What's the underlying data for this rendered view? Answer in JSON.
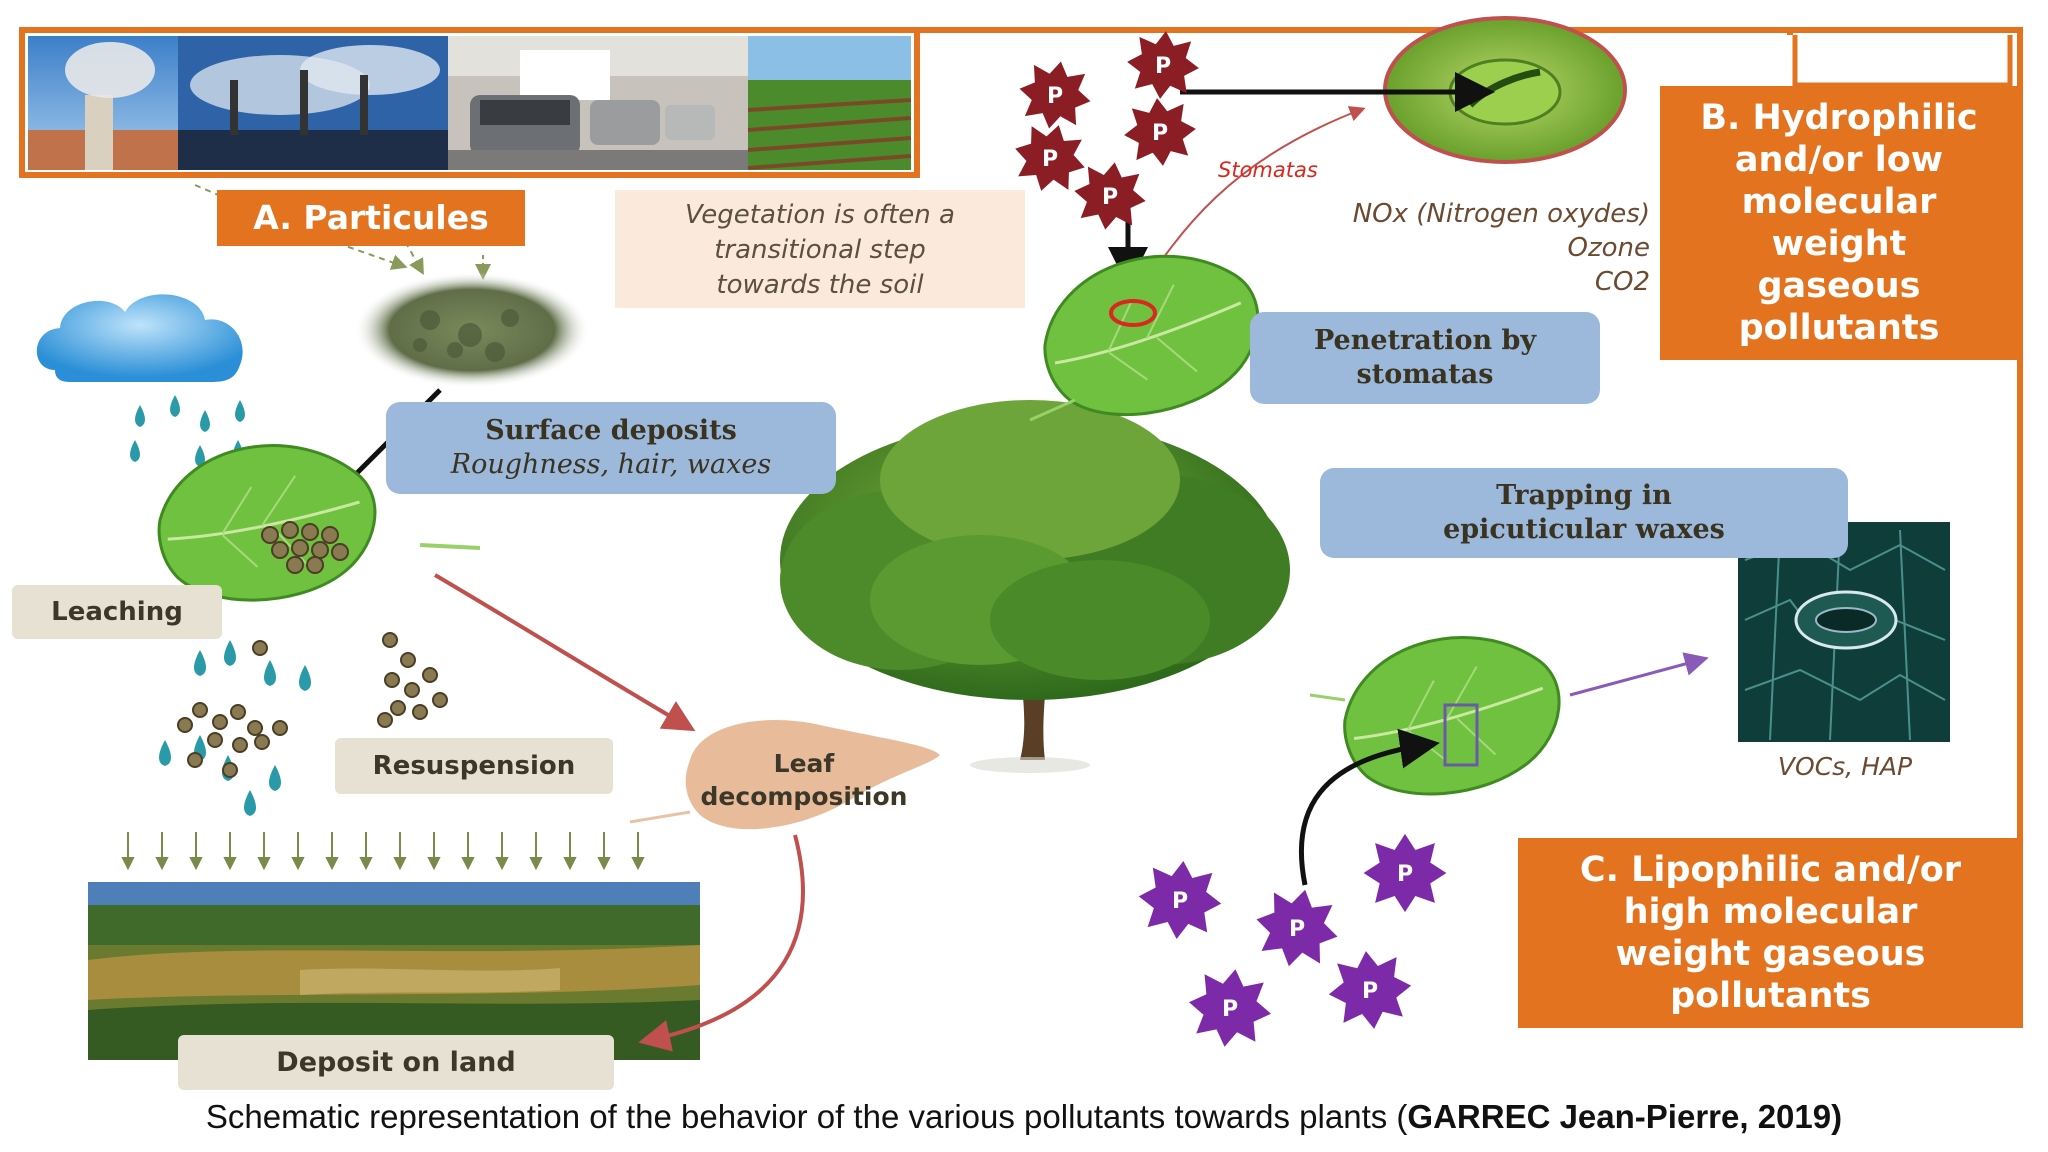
{
  "labels": {
    "particules": "A. Particules",
    "vegetation_note": [
      "Vegetation is often a",
      "transitional step",
      "towards the soil"
    ],
    "stomatas": "Stomatas",
    "gases": [
      "NOx (Nitrogen oxydes)",
      "Ozone",
      "CO2"
    ],
    "box_b": [
      "B. Hydrophilic",
      "and/or low",
      "molecular",
      "weight",
      "gaseous",
      "pollutants"
    ],
    "penetration": [
      "Penetration by",
      "stomatas"
    ],
    "surface_title": "Surface deposits",
    "surface_sub": "Roughness, hair, waxes",
    "trapping": [
      "Trapping in",
      "epicuticular waxes"
    ],
    "leaching": "Leaching",
    "resuspension": "Resuspension",
    "leaf_decomp": [
      "Leaf",
      "decomposition"
    ],
    "vocs": "VOCs, HAP",
    "box_c": [
      "C. Lipophilic and/or",
      "high molecular",
      "weight gaseous",
      "pollutants"
    ],
    "deposit": "Deposit on land",
    "pollutant_marker": "P"
  },
  "caption": {
    "text": "Schematic representation of the behavior of the various pollutants towards plants (",
    "author": "GARREC Jean-Pierre, 2019)"
  },
  "colors": {
    "orange": "#e3731f",
    "blue_box": "#9cb9dc",
    "beige_box": "#e6e1d2",
    "star_red": "#8b1e24",
    "star_purple": "#7d2aa8",
    "leaf_green": "#6fc13f"
  }
}
